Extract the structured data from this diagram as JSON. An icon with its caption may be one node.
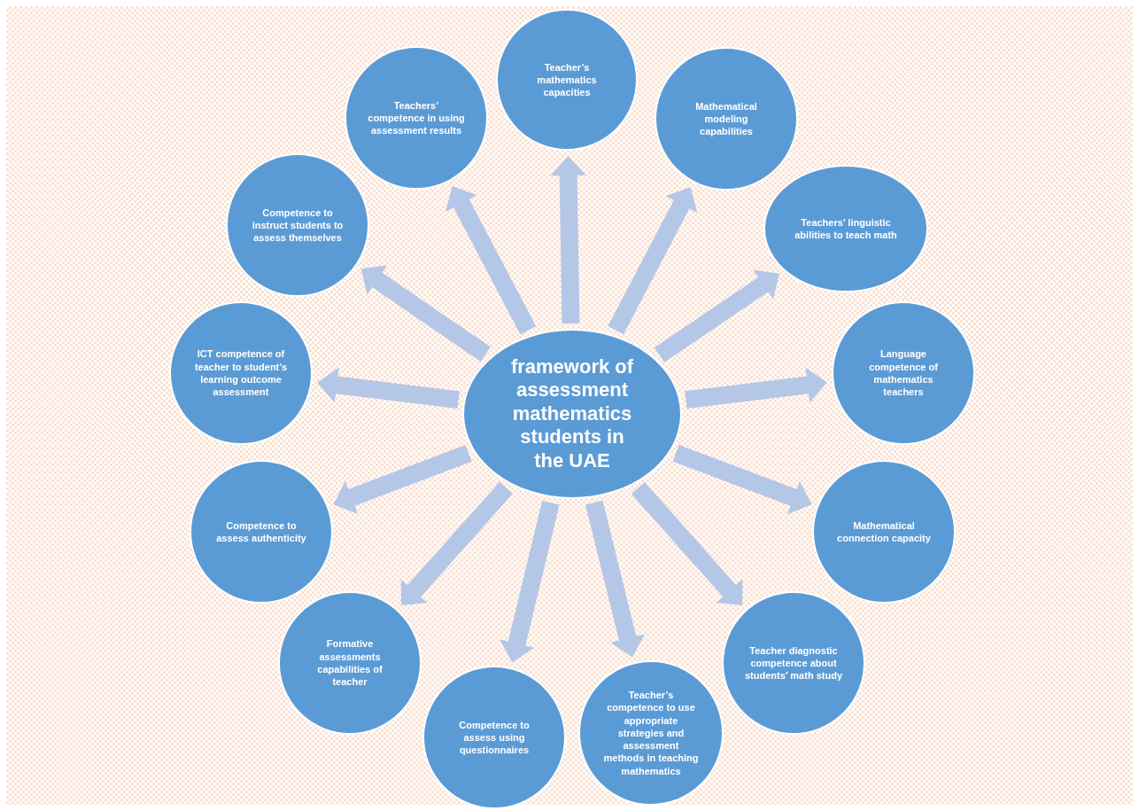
{
  "diagram": {
    "nodes": [
      {
        "text": [
          "framework of assessment mathematics students in the UAE"
        ]
      },
      {
        "text": [
          "Teacher’s mathematics capacities"
        ]
      },
      {
        "text": [
          "Mathematical modeling capabilities"
        ]
      },
      {
        "text": [
          "Teachers’ linguistic abilities to teach math"
        ]
      },
      {
        "text": [
          "Language competence of mathematics teachers"
        ]
      },
      {
        "text": [
          "Mathematical connection capacity"
        ]
      },
      {
        "text": [
          "Teacher diagnostic competence about students’ math study"
        ]
      },
      {
        "text": [
          "Teacher’s competence to use appropriate strategies and assessment methods in teaching mathematics"
        ]
      },
      {
        "text": [
          "Competence to assess using questionnaires"
        ]
      },
      {
        "text": [
          "Formative assessments capabilities of teacher"
        ]
      },
      {
        "text": [
          "Competence to assess authenticity"
        ]
      },
      {
        "text": [
          "ICT competence of teacher to student’s learning outcome assessment"
        ]
      },
      {
        "text": [
          "Competence to instruct students to assess themselves"
        ]
      },
      {
        "text": [
          "Teachers’ competence in using assessment results"
        ]
      }
    ],
    "edges": [
      {
        "from": 0,
        "to": 1,
        "arrow": "to"
      },
      {
        "from": 0,
        "to": 2,
        "arrow": "to"
      },
      {
        "from": 0,
        "to": 3,
        "arrow": "to"
      },
      {
        "from": 0,
        "to": 4,
        "arrow": "to"
      },
      {
        "from": 0,
        "to": 5,
        "arrow": "to"
      },
      {
        "from": 0,
        "to": 6,
        "arrow": "to"
      },
      {
        "from": 0,
        "to": 7,
        "arrow": "to"
      },
      {
        "from": 0,
        "to": 8,
        "arrow": "to"
      },
      {
        "from": 0,
        "to": 9,
        "arrow": "to"
      },
      {
        "from": 0,
        "to": 10,
        "arrow": "to"
      },
      {
        "from": 0,
        "to": 11,
        "arrow": "to"
      },
      {
        "from": 0,
        "to": 12,
        "arrow": "to"
      },
      {
        "from": 0,
        "to": 13,
        "arrow": "to"
      }
    ]
  }
}
